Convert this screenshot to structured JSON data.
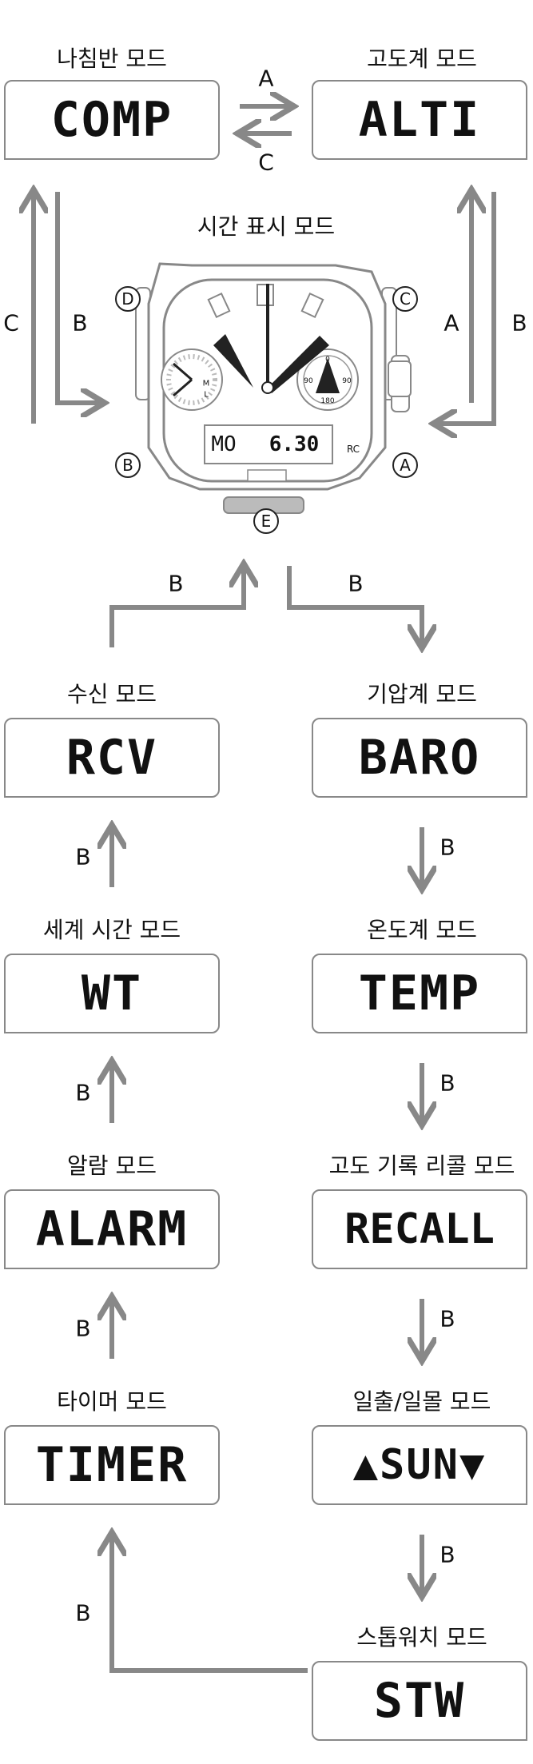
{
  "modes": {
    "comp": {
      "label": "나침반 모드",
      "display": "COMP"
    },
    "alti": {
      "label": "고도계 모드",
      "display": "ALTI"
    },
    "time": {
      "label": "시간 표시 모드"
    },
    "rcv": {
      "label": "수신 모드",
      "display": "RCV"
    },
    "baro": {
      "label": "기압계 모드",
      "display": "BARO"
    },
    "wt": {
      "label": "세계 시간 모드",
      "display": "WT"
    },
    "temp": {
      "label": "온도계 모드",
      "display": "TEMP"
    },
    "alarm": {
      "label": "알람 모드",
      "display": "ALARM"
    },
    "recall": {
      "label": "고도 기록 리콜 모드",
      "display": "RECALL"
    },
    "timer": {
      "label": "타이머 모드",
      "display": "TIMER"
    },
    "sun": {
      "label": "일출/일몰 모드",
      "display": "▲SUN▼"
    },
    "stw": {
      "label": "스톱워치 모드",
      "display": "STW"
    }
  },
  "button_letters": {
    "a": "A",
    "b": "B",
    "c": "C"
  },
  "watch": {
    "buttons": {
      "a": "A",
      "b": "B",
      "c": "C",
      "d": "D",
      "e": "E"
    },
    "lcd_day": "MO",
    "lcd_date": "6.30",
    "rc": "RC",
    "left_dial": {
      "m": "M",
      "l": "L"
    },
    "right_dial": {
      "top": "0",
      "left": "90",
      "right": "90",
      "bottom": "180"
    }
  },
  "colors": {
    "arrow": "#888888",
    "box_border": "#888888",
    "lcd_text": "#111111"
  }
}
